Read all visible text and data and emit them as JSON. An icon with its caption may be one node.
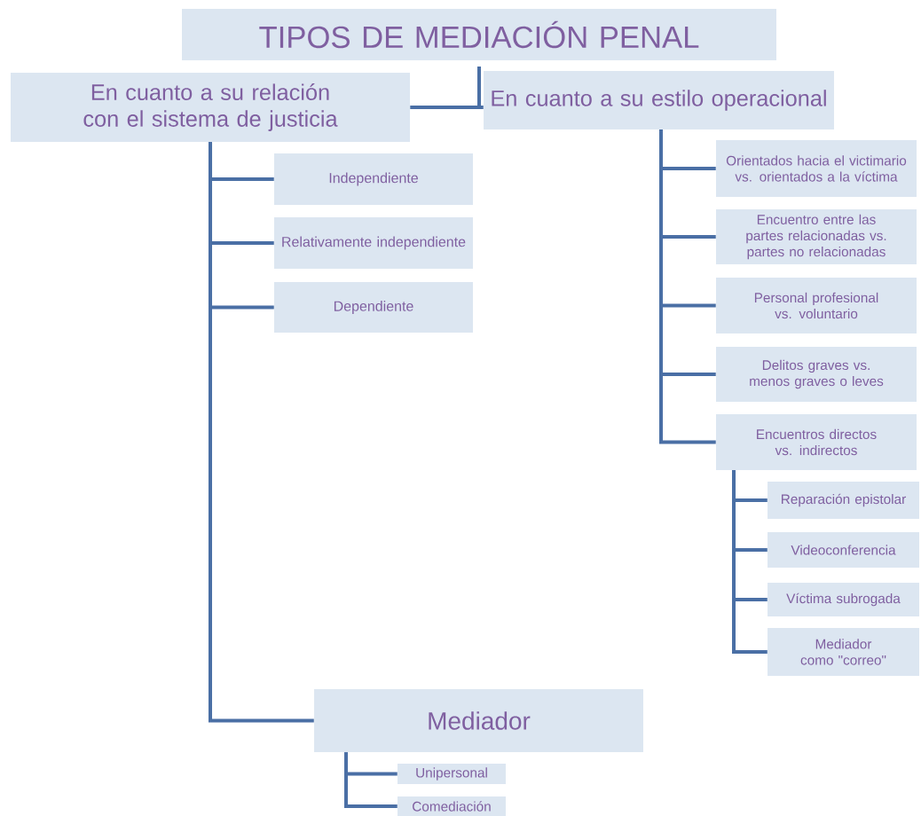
{
  "diagram": {
    "title": "TIPOS DE MEDIACIÓN PENAL",
    "nodes": [
      {
        "text": [
          "En cuanto a su relación con el sistema de justicia"
        ]
      },
      {
        "text": [
          "En cuanto a su estilo operacional"
        ]
      },
      {
        "text": [
          "Independiente"
        ]
      },
      {
        "text": [
          "Relativamente independiente"
        ]
      },
      {
        "text": [
          "Dependiente"
        ]
      },
      {
        "text": [
          "Orientados hacia el victimario vs. orientados a la víctima"
        ]
      },
      {
        "text": [
          "Encuentro entre las partes relacionadas vs. partes no relacionadas"
        ]
      },
      {
        "text": [
          "Personal profesional vs. voluntario"
        ]
      },
      {
        "text": [
          "Delitos graves vs. menos graves o leves"
        ]
      },
      {
        "text": [
          "Encuentros directos vs. indirectos"
        ]
      },
      {
        "text": [
          "Reparación epistolar"
        ]
      },
      {
        "text": [
          "Videoconferencia"
        ]
      },
      {
        "text": [
          "Víctima subrogada"
        ]
      },
      {
        "text": [
          "Mediador como \"correo\""
        ]
      },
      {
        "text": [
          "Mediador"
        ]
      },
      {
        "text": [
          "Unipersonal"
        ]
      },
      {
        "text": [
          "Comediación"
        ]
      }
    ],
    "edges": [
      {
        "from": 0,
        "to": 1,
        "arrow": "none"
      },
      {
        "from": 0,
        "to": 14,
        "arrow": "none"
      },
      {
        "from": 0,
        "to": 2,
        "arrow": "none"
      },
      {
        "from": 0,
        "to": 3,
        "arrow": "none"
      },
      {
        "from": 0,
        "to": 4,
        "arrow": "none"
      },
      {
        "from": 1,
        "to": 5,
        "arrow": "none"
      },
      {
        "from": 1,
        "to": 6,
        "arrow": "none"
      },
      {
        "from": 1,
        "to": 7,
        "arrow": "none"
      },
      {
        "from": 1,
        "to": 8,
        "arrow": "none"
      },
      {
        "from": 1,
        "to": 9,
        "arrow": "none"
      },
      {
        "from": 9,
        "to": 10,
        "arrow": "none"
      },
      {
        "from": 9,
        "to": 11,
        "arrow": "none"
      },
      {
        "from": 9,
        "to": 12,
        "arrow": "none"
      },
      {
        "from": 9,
        "to": 13,
        "arrow": "none"
      },
      {
        "from": 14,
        "to": 15,
        "arrow": "none"
      },
      {
        "from": 14,
        "to": 16,
        "arrow": "none"
      }
    ]
  }
}
